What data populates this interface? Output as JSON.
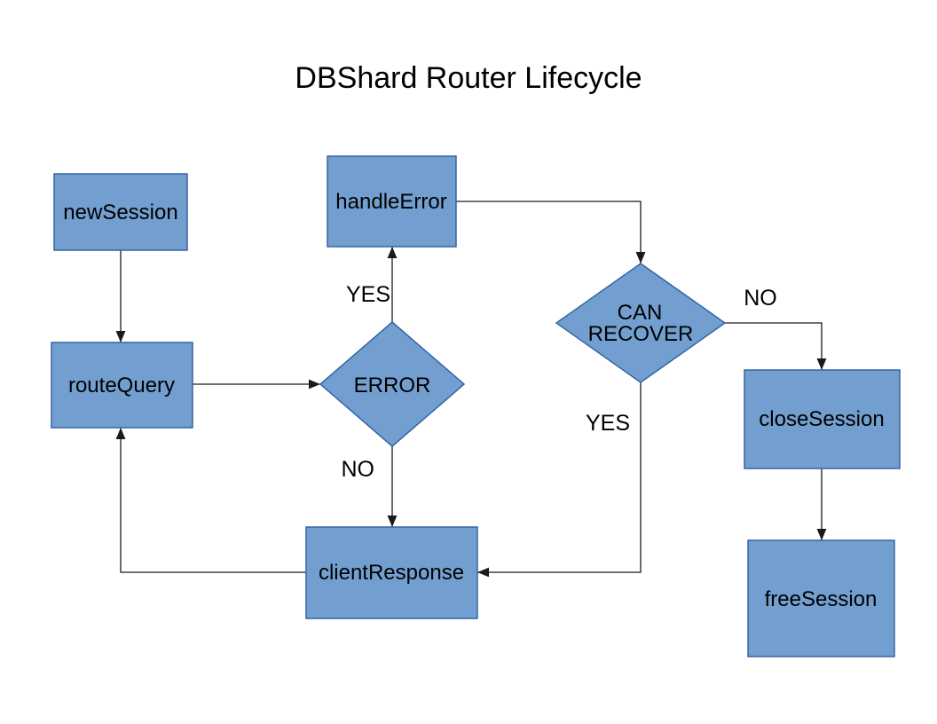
{
  "title": "DBShard Router Lifecycle",
  "colors": {
    "background": "#ffffff",
    "node_fill": "#729fcf",
    "node_border": "#3465a4",
    "edge_color": "#1a1a1a",
    "text_color": "#000000"
  },
  "diagram_type": "flowchart",
  "nodes": [
    {
      "id": "newSession",
      "type": "process",
      "label": "newSession"
    },
    {
      "id": "routeQuery",
      "type": "process",
      "label": "routeQuery"
    },
    {
      "id": "handleError",
      "type": "process",
      "label": "handleError"
    },
    {
      "id": "error",
      "type": "decision",
      "label": "ERROR"
    },
    {
      "id": "canRecover",
      "type": "decision",
      "label": "CAN RECOVER",
      "lines": [
        "CAN",
        "RECOVER"
      ]
    },
    {
      "id": "closeSession",
      "type": "process",
      "label": "closeSession"
    },
    {
      "id": "clientResponse",
      "type": "process",
      "label": "clientResponse"
    },
    {
      "id": "freeSession",
      "type": "process",
      "label": "freeSession"
    }
  ],
  "edges": [
    {
      "from": "newSession",
      "to": "routeQuery",
      "label": ""
    },
    {
      "from": "routeQuery",
      "to": "error",
      "label": ""
    },
    {
      "from": "error",
      "to": "handleError",
      "label": "YES"
    },
    {
      "from": "error",
      "to": "clientResponse",
      "label": "NO"
    },
    {
      "from": "handleError",
      "to": "canRecover",
      "label": ""
    },
    {
      "from": "canRecover",
      "to": "closeSession",
      "label": "NO"
    },
    {
      "from": "canRecover",
      "to": "clientResponse",
      "label": "YES"
    },
    {
      "from": "clientResponse",
      "to": "routeQuery",
      "label": ""
    },
    {
      "from": "closeSession",
      "to": "freeSession",
      "label": ""
    }
  ]
}
